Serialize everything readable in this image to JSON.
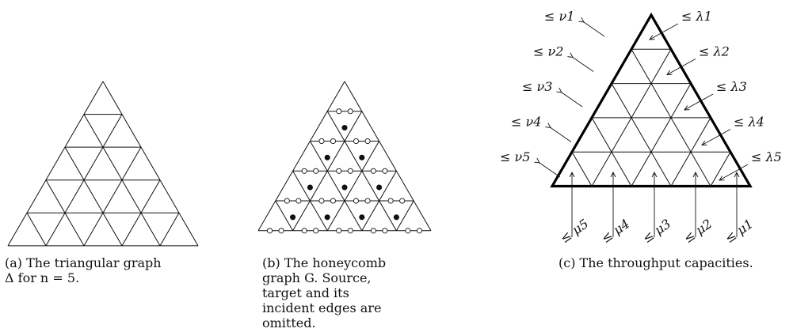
{
  "panels": [
    {
      "id": "a",
      "caption": "(a) The triangular graph Δ for n = 5."
    },
    {
      "id": "b",
      "caption": "(b) The honeycomb graph G. Source, target and its incident edges are omitted."
    },
    {
      "id": "c",
      "caption": "(c) The throughput capacities.",
      "labels": {
        "nu": [
          "≤ ν1",
          "≤ ν2",
          "≤ ν3",
          "≤ ν4",
          "≤ ν5"
        ],
        "lambda": [
          "≤ λ1",
          "≤ λ2",
          "≤ λ3",
          "≤ λ4",
          "≤ λ5"
        ],
        "mu": [
          "≤ μ5",
          "≤ μ4",
          "≤ μ3",
          "≤ μ2",
          "≤ μ1"
        ]
      }
    }
  ],
  "n": 5
}
